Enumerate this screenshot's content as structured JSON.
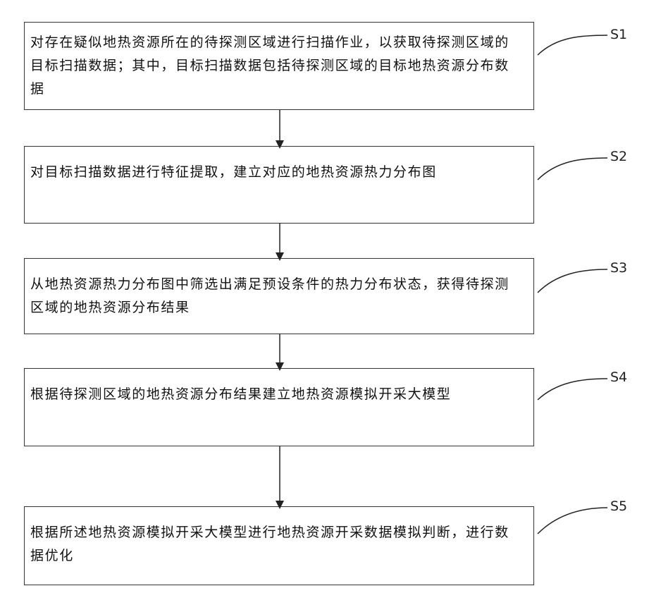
{
  "steps": [
    {
      "label": "S1",
      "text": "对存在疑似地热资源所在的待探测区域进行扫描作业，以获取待探测区域的目标扫描数据；其中，目标扫描数据包括待探测区域的目标地热资源分布数据"
    },
    {
      "label": "S2",
      "text": "对目标扫描数据进行特征提取，建立对应的地热资源热力分布图"
    },
    {
      "label": "S3",
      "text": "从地热资源热力分布图中筛选出满足预设条件的热力分布状态，获得待探测区域的地热资源分布结果"
    },
    {
      "label": "S4",
      "text": "根据待探测区域的地热资源分布结果建立地热资源模拟开采大模型"
    },
    {
      "label": "S5",
      "text": "根据所述地热资源模拟开采大模型进行地热资源开采数据模拟判断，进行数据优化"
    }
  ]
}
